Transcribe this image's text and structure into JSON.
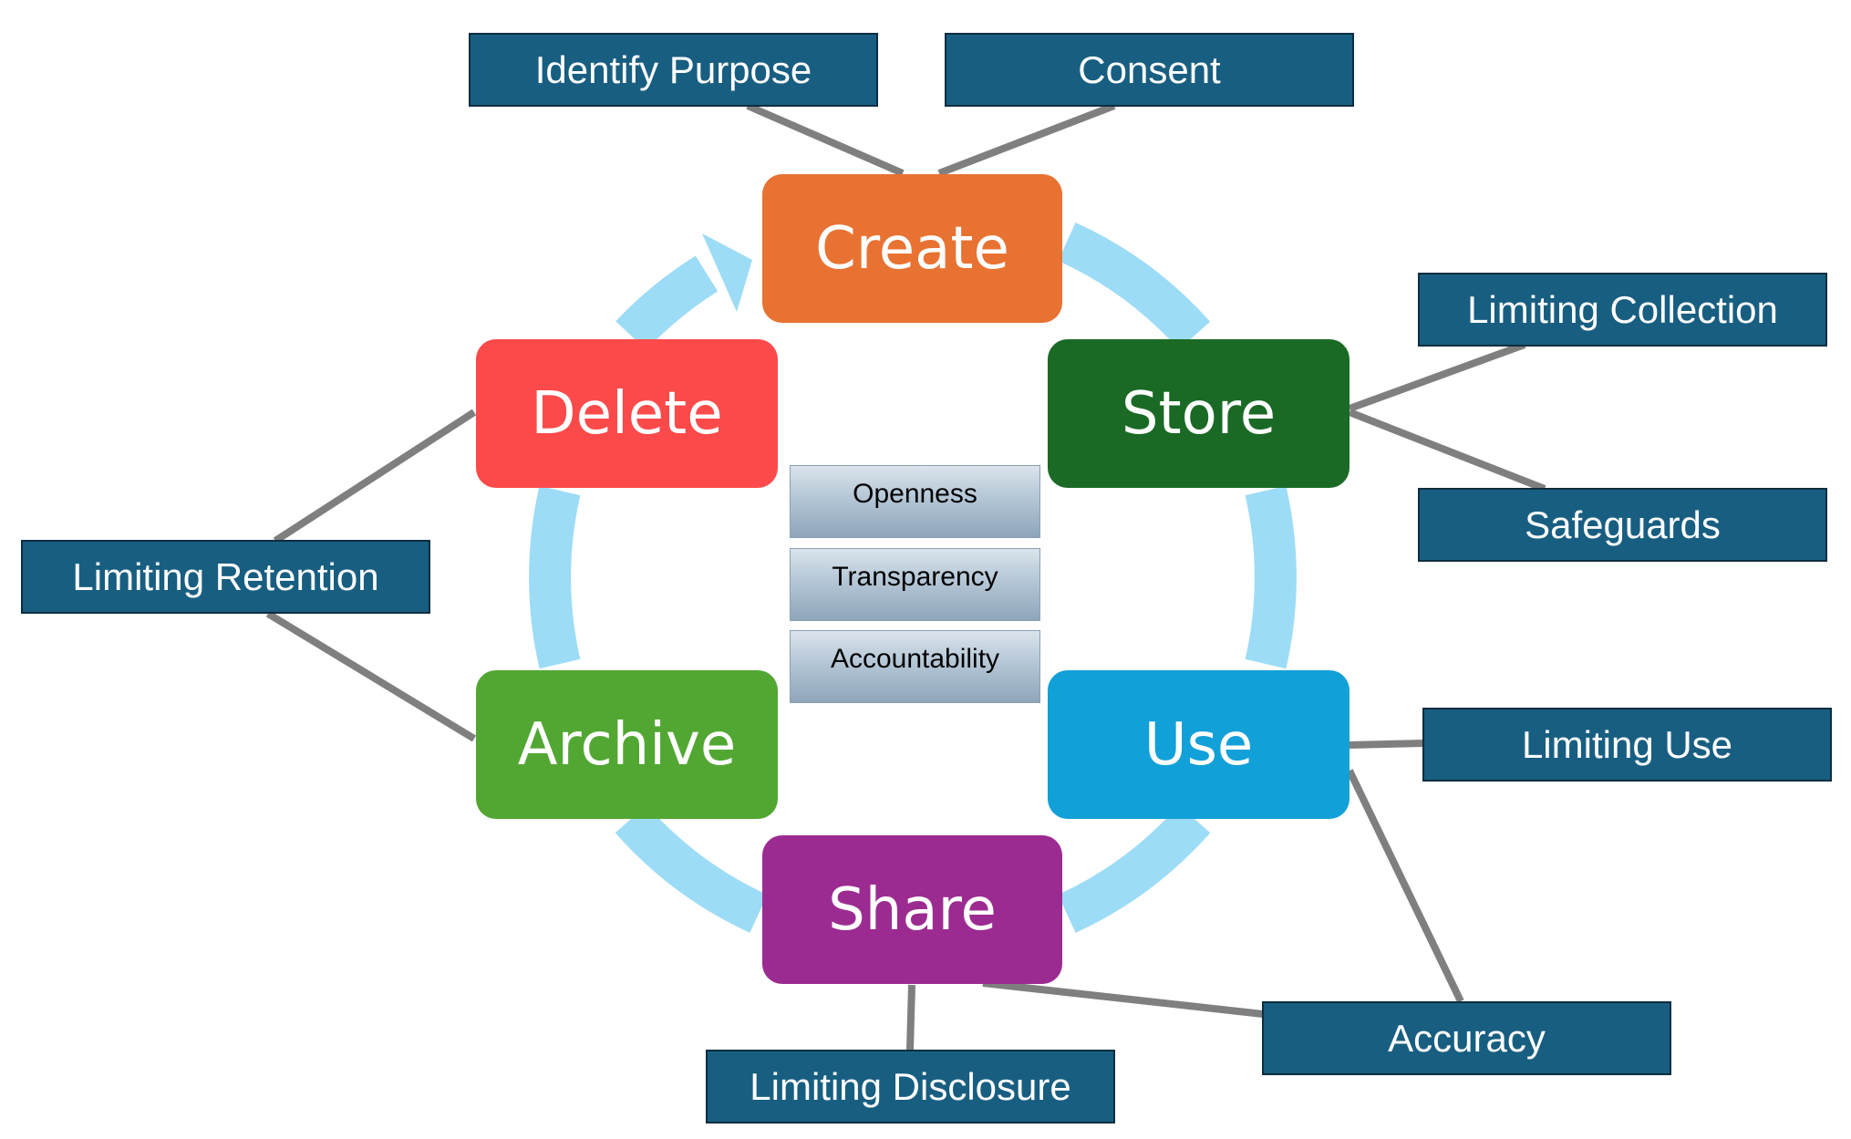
{
  "colors": {
    "ring": "#9ddcf6",
    "connector": "#7f7f7f",
    "principle_fill": "#185e81",
    "create": "#e87232",
    "store": "#1a6a26",
    "use": "#12a0d8",
    "share": "#9c2b91",
    "archive": "#52a733",
    "delete": "#fc4a4b"
  },
  "lifecycle": {
    "create": "Create",
    "store": "Store",
    "use": "Use",
    "share": "Share",
    "archive": "Archive",
    "delete": "Delete"
  },
  "center": {
    "openness": "Openness",
    "transparency": "Transparency",
    "accountability": "Accountability"
  },
  "principles": {
    "identify_purpose": "Identify Purpose",
    "consent": "Consent",
    "limiting_collection": "Limiting Collection",
    "safeguards": "Safeguards",
    "limiting_use": "Limiting Use",
    "accuracy": "Accuracy",
    "limiting_disclosure": "Limiting Disclosure",
    "limiting_retention": "Limiting Retention"
  }
}
